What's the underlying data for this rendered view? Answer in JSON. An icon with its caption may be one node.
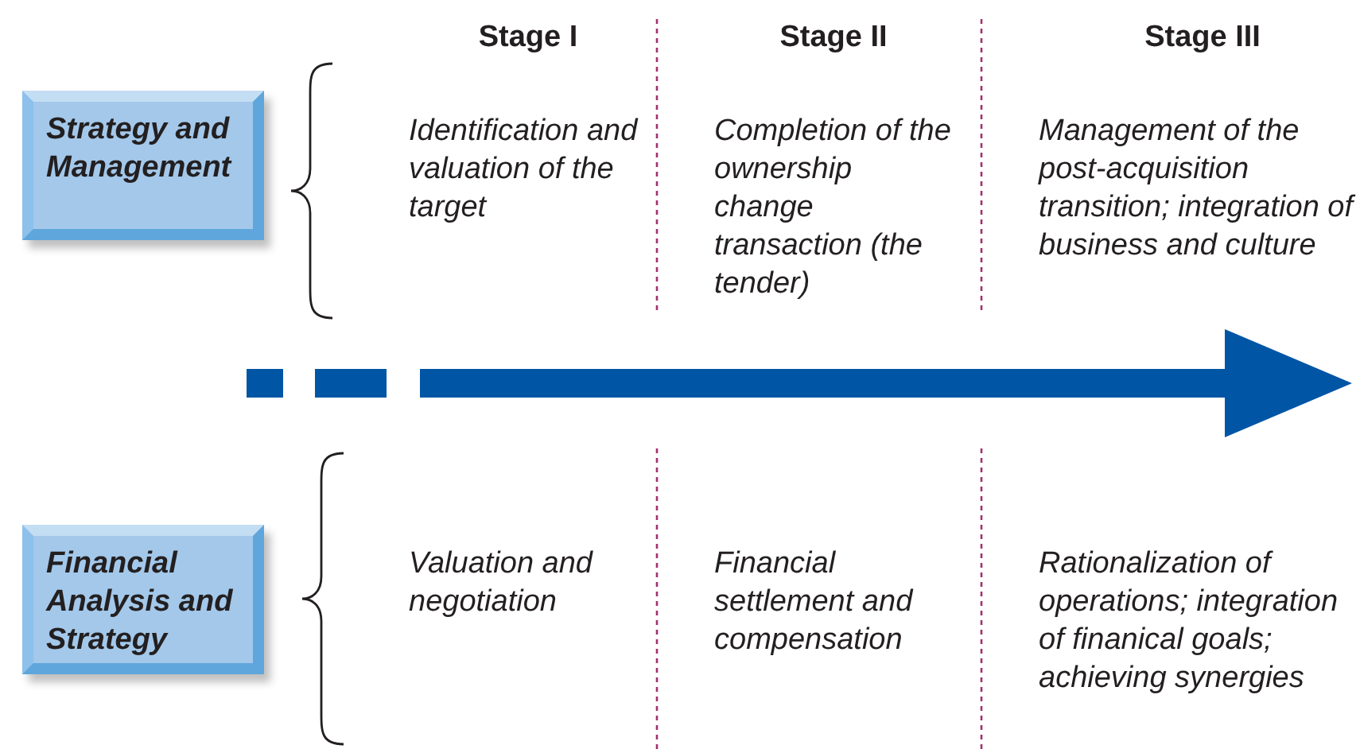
{
  "diagram": {
    "nodes": [
      {
        "text": [
          "Strategy and Management"
        ]
      },
      {
        "text": [
          "Financial Analysis and Strategy"
        ]
      }
    ],
    "edges": [],
    "labels": [
      "Stage I",
      "Stage II",
      "Stage III",
      "Identification and valuation of the target",
      "Completion of the ownership change transaction (the tender)",
      "Management of the post-acquisition transition; integration of business and culture",
      "Valuation and negotiation",
      "Financial settlement and compensation",
      "Rationalization of operations; integration of finanical goals; achieving synergies"
    ]
  }
}
